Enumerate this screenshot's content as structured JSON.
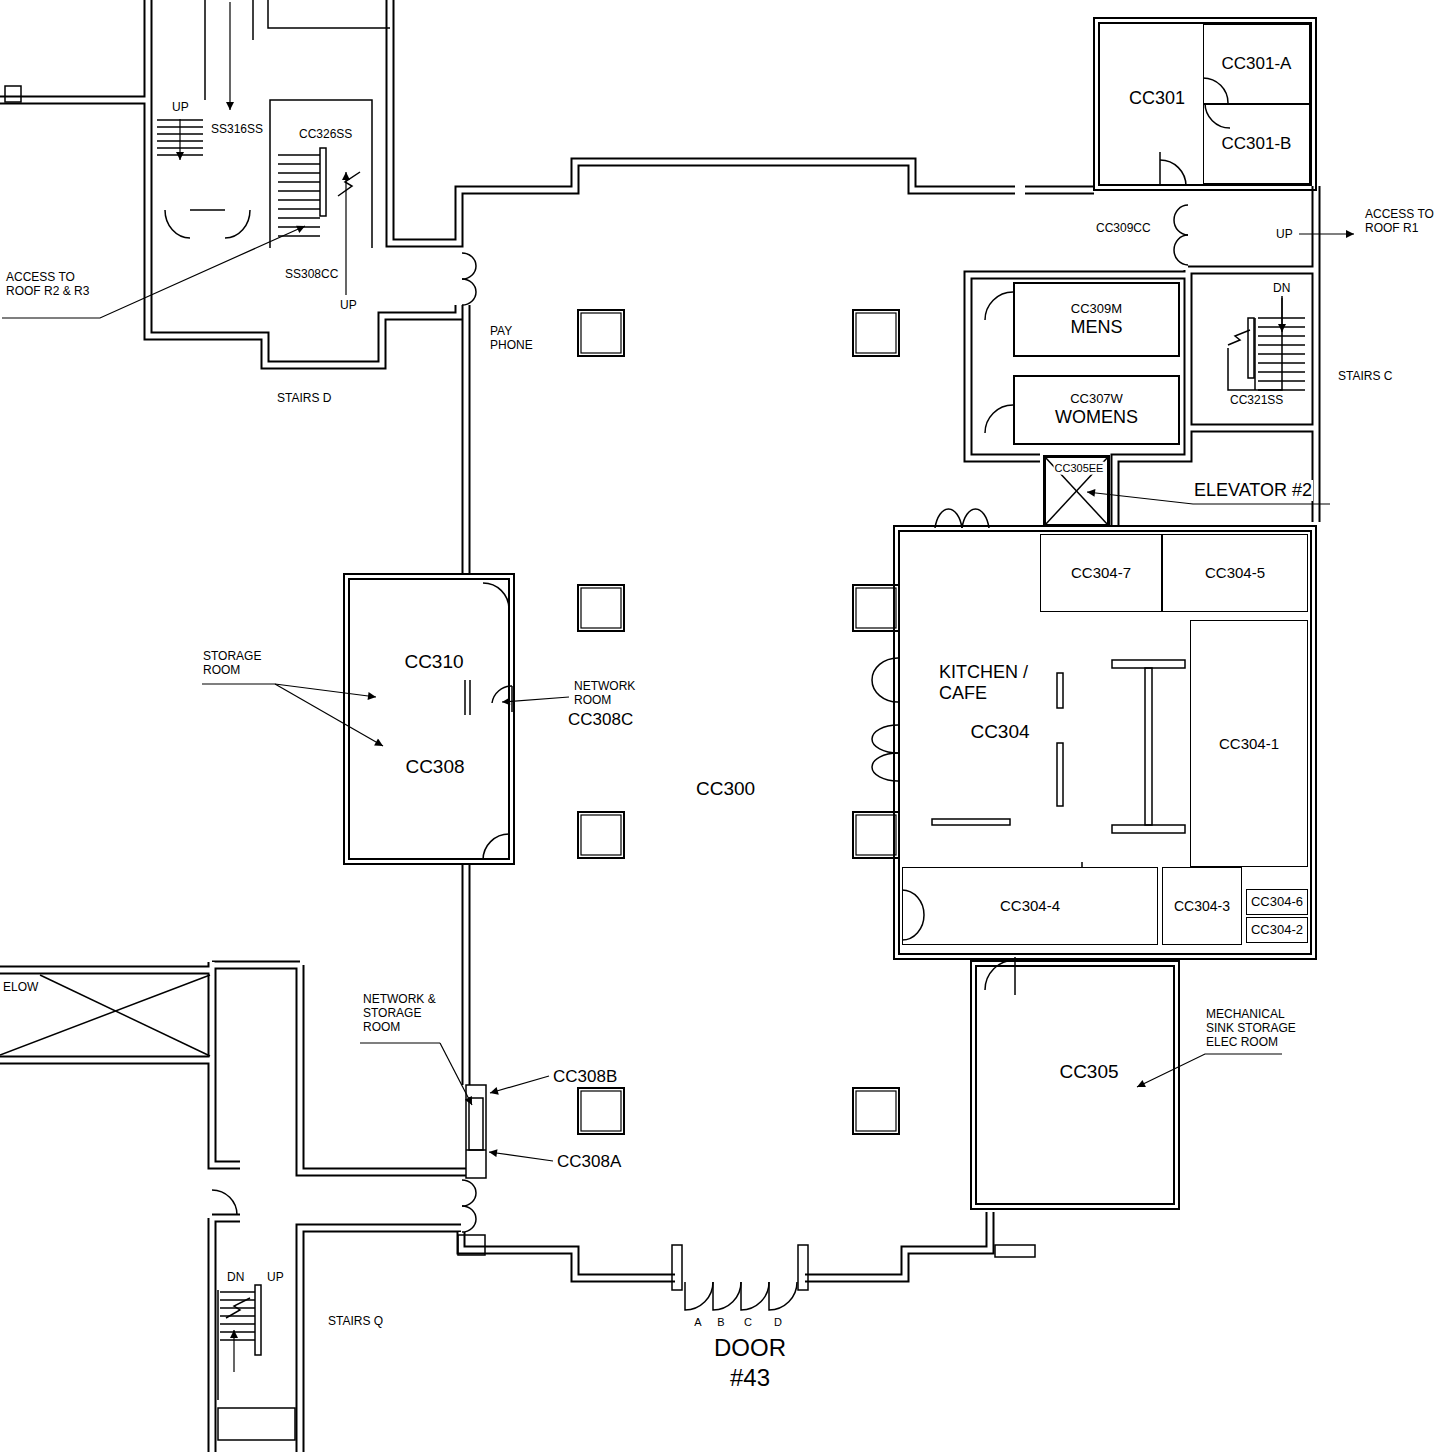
{
  "diagram": {
    "nodes": [
      {
        "text": [
          "CC301"
        ]
      },
      {
        "text": [
          "CC301-A"
        ],
        "in": 0
      },
      {
        "text": [
          "CC301-B"
        ],
        "in": 0
      },
      {
        "text": [
          "CC309M",
          "MENS"
        ]
      },
      {
        "text": [
          "CC307W",
          "WOMENS"
        ]
      },
      {
        "text": [
          "CC305EE"
        ]
      },
      {
        "text": [
          "KITCHEN / CAFE",
          "CC304"
        ]
      },
      {
        "text": [
          "CC304-7"
        ],
        "in": 6
      },
      {
        "text": [
          "CC304-5"
        ],
        "in": 6
      },
      {
        "text": [
          "CC304-1"
        ],
        "in": 6
      },
      {
        "text": [
          "CC304-4"
        ],
        "in": 6
      },
      {
        "text": [
          "CC304-3"
        ],
        "in": 6
      },
      {
        "text": [
          "CC304-6"
        ],
        "in": 6
      },
      {
        "text": [
          "CC304-2"
        ],
        "in": 6
      },
      {
        "text": [
          "CC310",
          "CC308"
        ]
      },
      {
        "text": [
          "CC305"
        ]
      }
    ],
    "labels": [
      "UP",
      "SS316SS",
      "CC326SS",
      "SS308CC",
      "UP",
      "ACCESS TO ROOF R2 & R3",
      "STAIRS D",
      "PAY PHONE",
      "CC309CC",
      "UP",
      "ACCESS TO ROOF R1",
      "DN",
      "CC321SS",
      "STAIRS C",
      "ELEVATOR #2",
      "STORAGE ROOM",
      "NETWORK ROOM",
      "CC308C",
      "CC300",
      "NETWORK & STORAGE ROOM",
      "CC308B",
      "CC308A",
      "MECHANICAL SINK STORAGE ELEC ROOM",
      "ELOW",
      "DN",
      "UP",
      "STAIRS Q",
      "A",
      "B",
      "C",
      "D",
      "DOOR #43"
    ]
  }
}
